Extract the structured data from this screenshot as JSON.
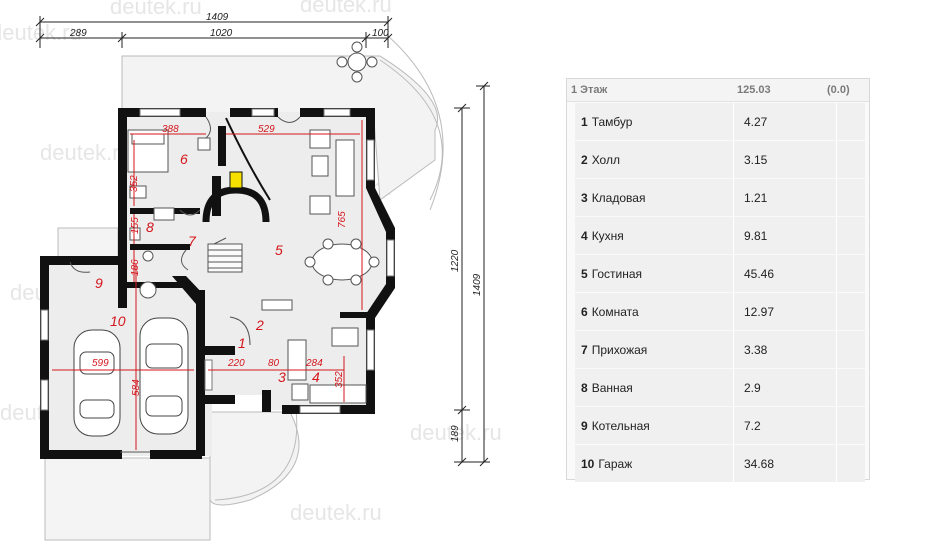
{
  "plan": {
    "dimensions": {
      "overall_width": "1409",
      "left_offset": "289",
      "main_width": "1020",
      "right_offset": "100",
      "height_main": "1220",
      "height_total": "1409",
      "height_bottom": "189"
    },
    "room_dims": [
      "388",
      "529",
      "352",
      "155",
      "186",
      "765",
      "599",
      "584",
      "220",
      "80",
      "284",
      "352"
    ],
    "room_labels": [
      "1",
      "2",
      "3",
      "4",
      "5",
      "6",
      "7",
      "8",
      "9",
      "10"
    ],
    "watermark": "deutek.ru",
    "colors": {
      "wall": "#111111",
      "floor": "#ededed",
      "dim_red": "#d4151b",
      "accent_yellow": "#f5e000"
    }
  },
  "table": {
    "floor": "1 Этаж",
    "total": "125.03",
    "extra": "(0.0)",
    "rows": [
      {
        "num": "1",
        "name": "Тамбур",
        "area": "4.27"
      },
      {
        "num": "2",
        "name": "Холл",
        "area": "3.15"
      },
      {
        "num": "3",
        "name": "Кладовая",
        "area": "1.21"
      },
      {
        "num": "4",
        "name": "Кухня",
        "area": "9.81"
      },
      {
        "num": "5",
        "name": "Гостиная",
        "area": "45.46"
      },
      {
        "num": "6",
        "name": "Комната",
        "area": "12.97"
      },
      {
        "num": "7",
        "name": "Прихожая",
        "area": "3.38"
      },
      {
        "num": "8",
        "name": "Ванная",
        "area": "2.9"
      },
      {
        "num": "9",
        "name": "Котельная",
        "area": "7.2"
      },
      {
        "num": "10",
        "name": "Гараж",
        "area": "34.68"
      }
    ]
  }
}
